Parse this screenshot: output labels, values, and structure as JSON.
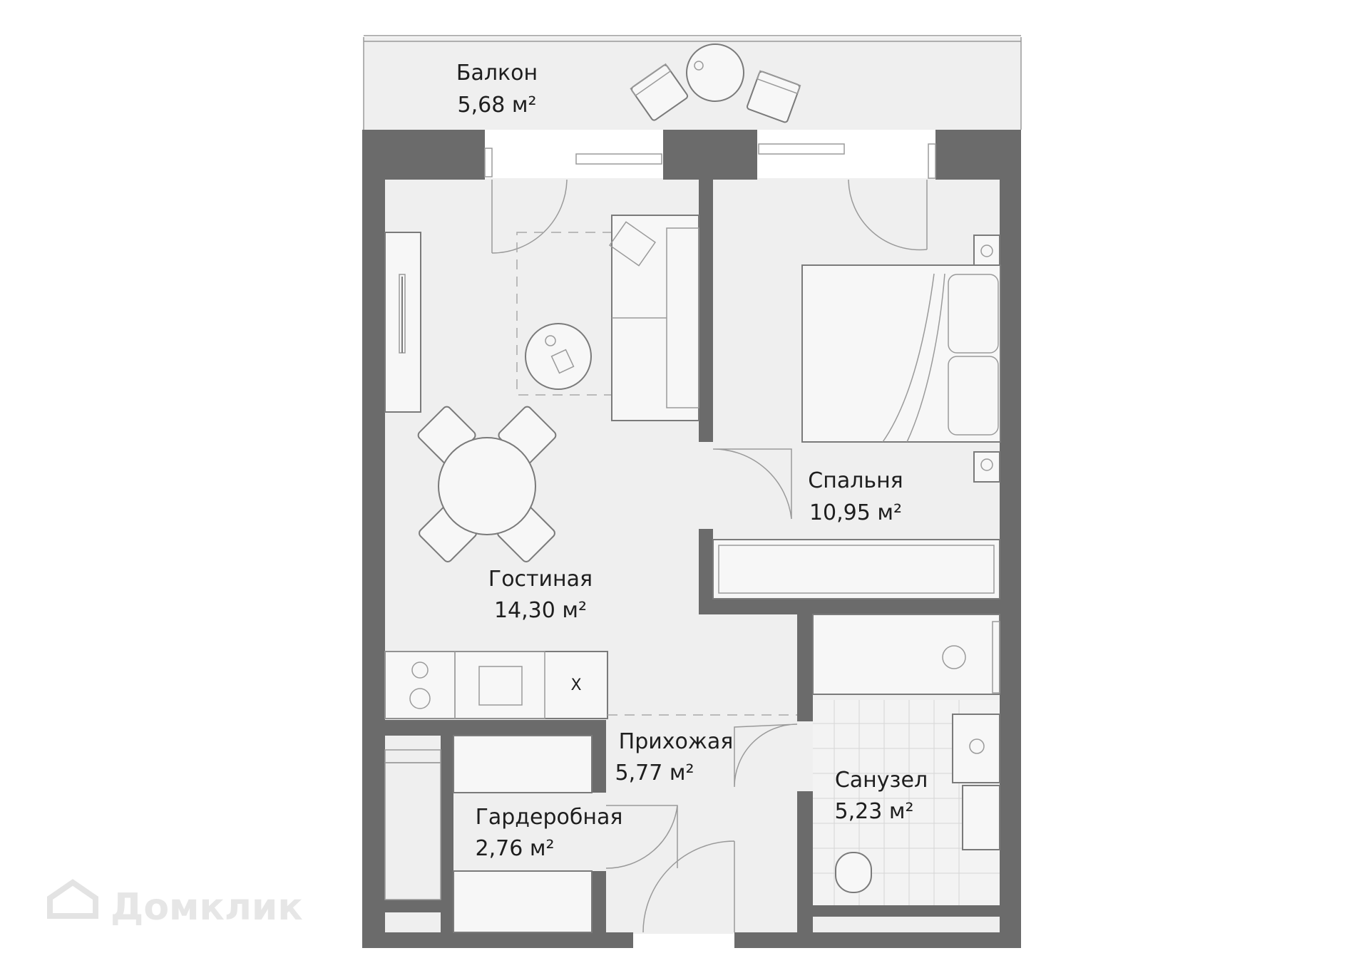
{
  "plan": {
    "rooms": [
      {
        "id": "balcony",
        "name": "Балкон",
        "area": "5,68 м²"
      },
      {
        "id": "living",
        "name": "Гостиная",
        "area": "14,30 м²"
      },
      {
        "id": "bedroom",
        "name": "Спальня",
        "area": "10,95 м²"
      },
      {
        "id": "hallway",
        "name": "Прихожая",
        "area": "5,77 м²"
      },
      {
        "id": "wardrobe",
        "name": "Гардеробная",
        "area": "2,76 м²"
      },
      {
        "id": "bathroom",
        "name": "Санузел",
        "area": "5,23 м²"
      }
    ],
    "kitchen_mark": "X"
  },
  "watermark": {
    "text": "Домклик",
    "icon": "house-logo-icon"
  }
}
